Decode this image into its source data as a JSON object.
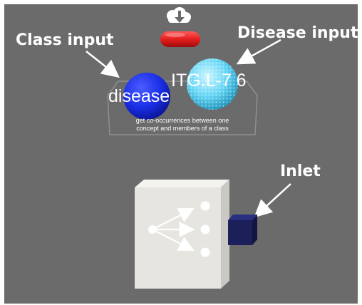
{
  "annotations": {
    "class_input": "Class input",
    "disease_input": "Disease input",
    "inlet": "Inlet"
  },
  "panel": {
    "class_value": "disease",
    "disease_value": "ITG.L-7 6",
    "description_line1": "get co-occurrences between one",
    "description_line2": "concept and members of a class"
  },
  "colors": {
    "background": "#6b6b6b",
    "class_sphere": "#1a2fe6",
    "disease_sphere": "#5ad6ff",
    "pill": "#e01b1b",
    "node_cube": "#e9e8e2",
    "inlet_cube": "#1b1f5a"
  },
  "icons": {
    "download": "cloud-download-icon",
    "node": "fan-out-arrows-icon"
  }
}
